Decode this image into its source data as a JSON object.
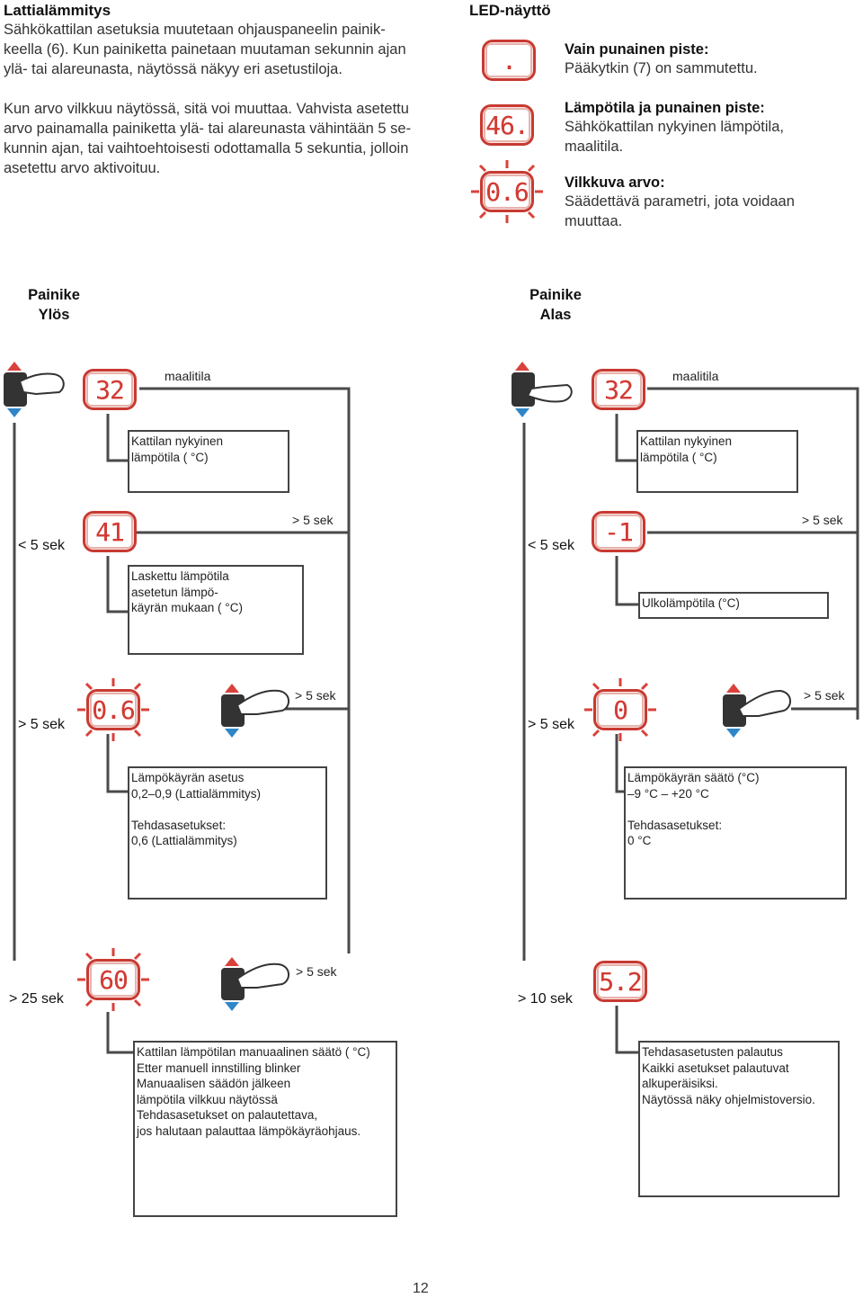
{
  "intro": {
    "title": "Lattialämmitys",
    "para1": [
      "Sähkökattilan asetuksia muutetaan ohjauspaneelin painik-",
      "keella (6). Kun painiketta painetaan muutaman sekunnin ajan",
      "ylä- tai alareunasta, näytössä näkyy eri asetustiloja."
    ],
    "para2": [
      "Kun arvo vilkkuu näytössä, sitä voi muuttaa. Vahvista asetettu",
      "arvo painamalla painiketta ylä- tai alareunasta vähintään 5 se-",
      "kunnin ajan, tai vaihtoehtoisesti odottamalla 5 sekuntia, jolloin",
      "asetettu arvo aktivoituu."
    ]
  },
  "led": {
    "title": "LED-näyttö",
    "items": [
      {
        "heading": "Vain punainen piste:",
        "lines": [
          "Pääkytkin (7) on sammutettu."
        ],
        "display": "."
      },
      {
        "heading": "Lämpötila ja punainen piste:",
        "lines": [
          "Sähkökattilan nykyinen lämpötila,",
          "maalitila."
        ],
        "display": "46."
      },
      {
        "heading": "Vilkkuva arvo:",
        "lines": [
          "Säädettävä parametri, jota voidaan",
          "muuttaa."
        ],
        "display": "0.6"
      }
    ]
  },
  "left": {
    "header": [
      "Painike",
      "Ylös"
    ],
    "mode": "maalitila",
    "displays": [
      "32",
      "41",
      "0.6",
      "60"
    ],
    "steps": [
      "< 5 sek",
      "> 5 sek",
      "> 25 sek"
    ],
    "confirm": [
      "> 5 sek",
      "> 5 sek",
      "> 5 sek"
    ],
    "box1": [
      "Kattilan nykyinen",
      "lämpötila ( °C)"
    ],
    "box2": [
      "Laskettu lämpötila",
      "asetetun lämpö-",
      "käyrän mukaan ( °C)"
    ],
    "box3": [
      "Lämpökäyrän asetus",
      "0,2–0,9 (Lattialämmitys)",
      "",
      "Tehdasasetukset:",
      "0,6 (Lattialämmitys)"
    ],
    "box4": [
      "Kattilan lämpötilan manuaalinen säätö ( °C)",
      "Etter manuell innstilling blinker",
      "Manuaalisen säädön jälkeen",
      "lämpötila vilkkuu näytössä",
      "Tehdasasetukset on palautettava,",
      "jos halutaan palauttaa lämpökäyräohjaus."
    ]
  },
  "right": {
    "header": [
      "Painike",
      "Alas"
    ],
    "mode": "maalitila",
    "displays": [
      "32",
      "-1",
      "0",
      "5.2"
    ],
    "steps": [
      "< 5 sek",
      "> 5 sek",
      "> 10 sek"
    ],
    "confirm": [
      "> 5 sek",
      "> 5 sek"
    ],
    "box1": [
      "Kattilan nykyinen",
      "lämpötila ( °C)"
    ],
    "box2": [
      "Ulkolämpötila (°C)"
    ],
    "box3": [
      "Lämpökäyrän säätö (°C)",
      "–9 °C – +20 °C",
      "",
      "Tehdasasetukset:",
      "0 °C"
    ],
    "box4": [
      "Tehdasasetusten palautus",
      "Kaikki asetukset palautuvat",
      "alkuperäisiksi.",
      "Näytössä näky ohjelmistoversio."
    ]
  },
  "page_number": "12",
  "colors": {
    "display_red": "#d23b34",
    "arrow_red": "#d9413a",
    "arrow_blue": "#2e86c9",
    "line": "#444444"
  }
}
